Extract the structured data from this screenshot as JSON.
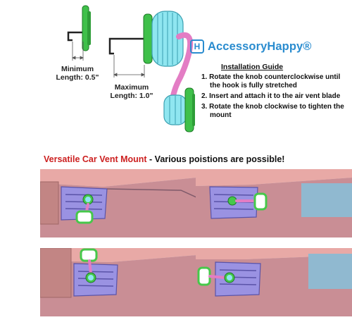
{
  "brand": {
    "logo_letter": "H",
    "name": "AccessoryHappy®"
  },
  "dimensions": {
    "minimum": {
      "line1": "Minimum",
      "line2": "Length: 0.5\""
    },
    "maximum": {
      "line1": "Maximum",
      "line2": "Length: 1.0\""
    }
  },
  "guide": {
    "title": "Installation Guide",
    "steps": [
      "1. Rotate the knob counterclockwise until the hook is fully stretched",
      "2. Insert and attach it to the air vent blade",
      "3. Rotate the knob clockwise to tighten the mount"
    ]
  },
  "banner": {
    "highlight": "Versatile Car Vent Mount",
    "rest": " - Various poistions are possible!"
  },
  "colors": {
    "brand_blue": "#2a8ccf",
    "banner_red": "#cc1f1f",
    "knob_cyan": "#8fe6f0",
    "pad_green": "#46c84a",
    "arm_pink": "#e37dc4",
    "dash_mauve": "#c98e95",
    "vent_purple": "#9a92e2"
  }
}
